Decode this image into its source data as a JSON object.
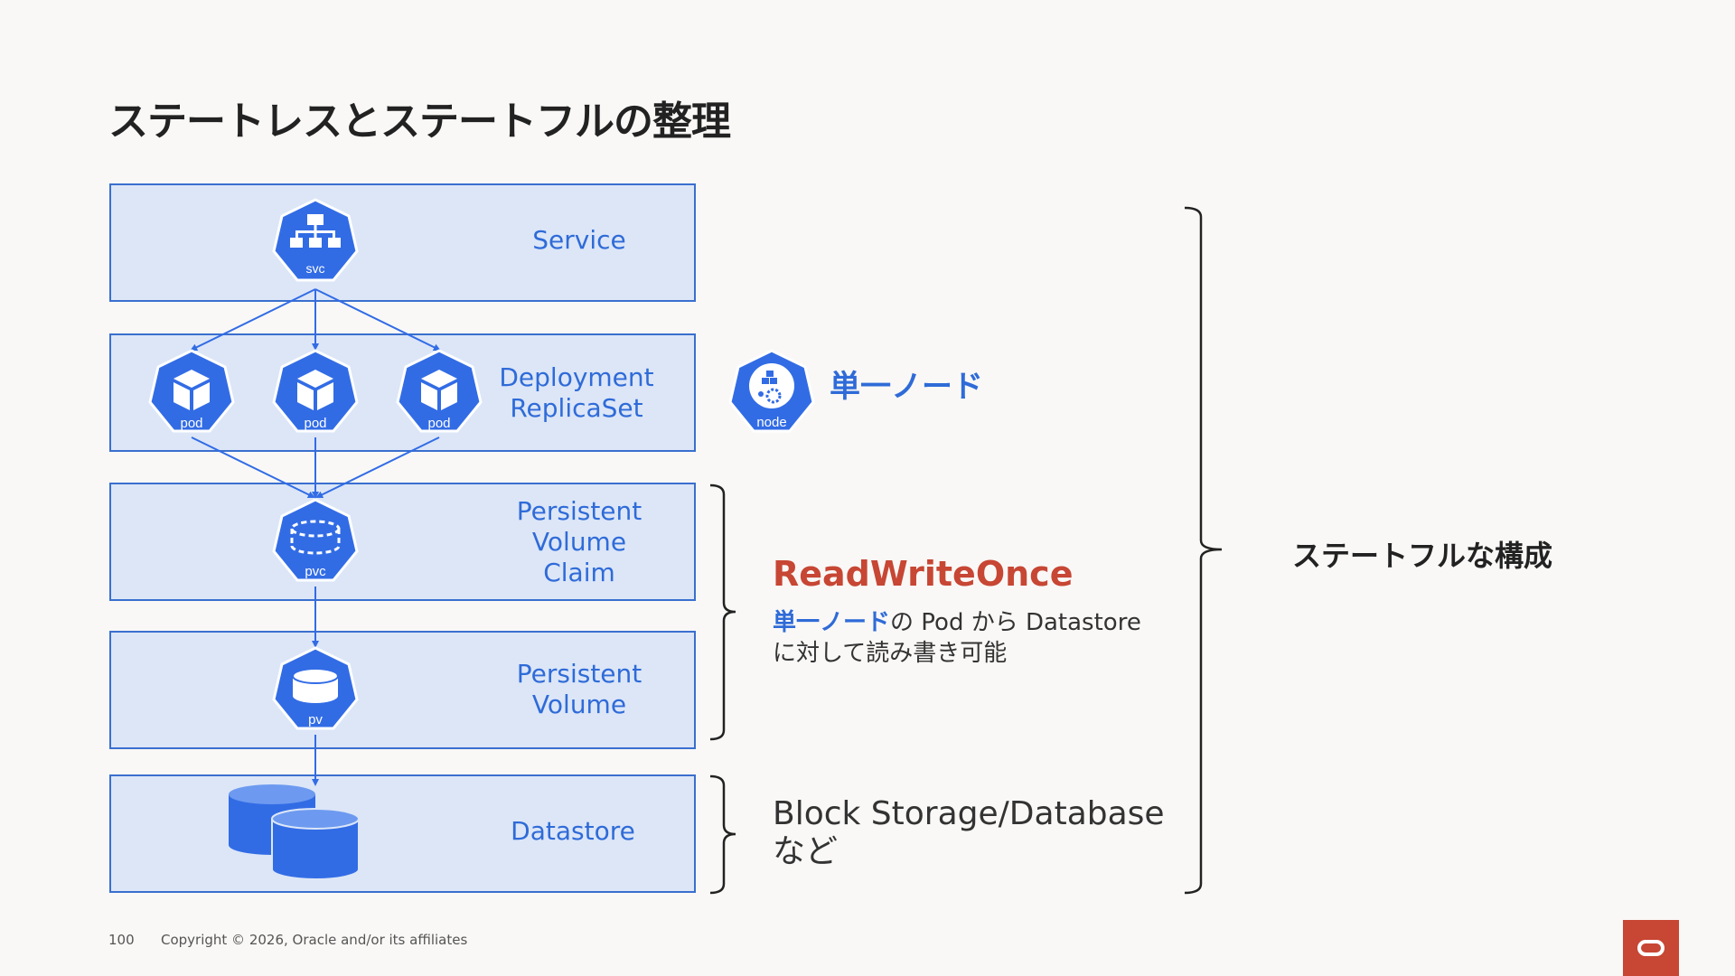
{
  "title": "ステートレスとステートフルの整理",
  "layers": {
    "service": {
      "label": [
        "Service"
      ]
    },
    "deployment": {
      "label": [
        "Deployment",
        "ReplicaSet"
      ]
    },
    "pvc": {
      "label": [
        "Persistent",
        "Volume",
        "Claim"
      ]
    },
    "pv": {
      "label": [
        "Persistent",
        "Volume"
      ]
    },
    "datastore": {
      "label": [
        "Datastore"
      ]
    }
  },
  "icons": {
    "svc": "svc",
    "pod": "pod",
    "pvc": "pvc",
    "pv": "pv",
    "node": "node"
  },
  "single_node": "単一ノード",
  "rwo": {
    "title": "ReadWriteOnce",
    "desc_accent": "単一ノード",
    "desc_rest": "の Pod から Datastore",
    "desc_line2": "に対して読み書き可能"
  },
  "block_storage": [
    "Block Storage/Database",
    "など"
  ],
  "stateful_label": "ステートフルな構成",
  "footer": {
    "page_number": "100",
    "copyright": "Copyright © 2026, Oracle and/or its affiliates"
  },
  "colors": {
    "k8s_blue": "#326ce5",
    "layer_fill": "#dce6f7",
    "layer_border": "#3a6fcf",
    "label_blue": "#2f6bd8",
    "oracle_red": "#c74634",
    "bracket": "#222222"
  }
}
